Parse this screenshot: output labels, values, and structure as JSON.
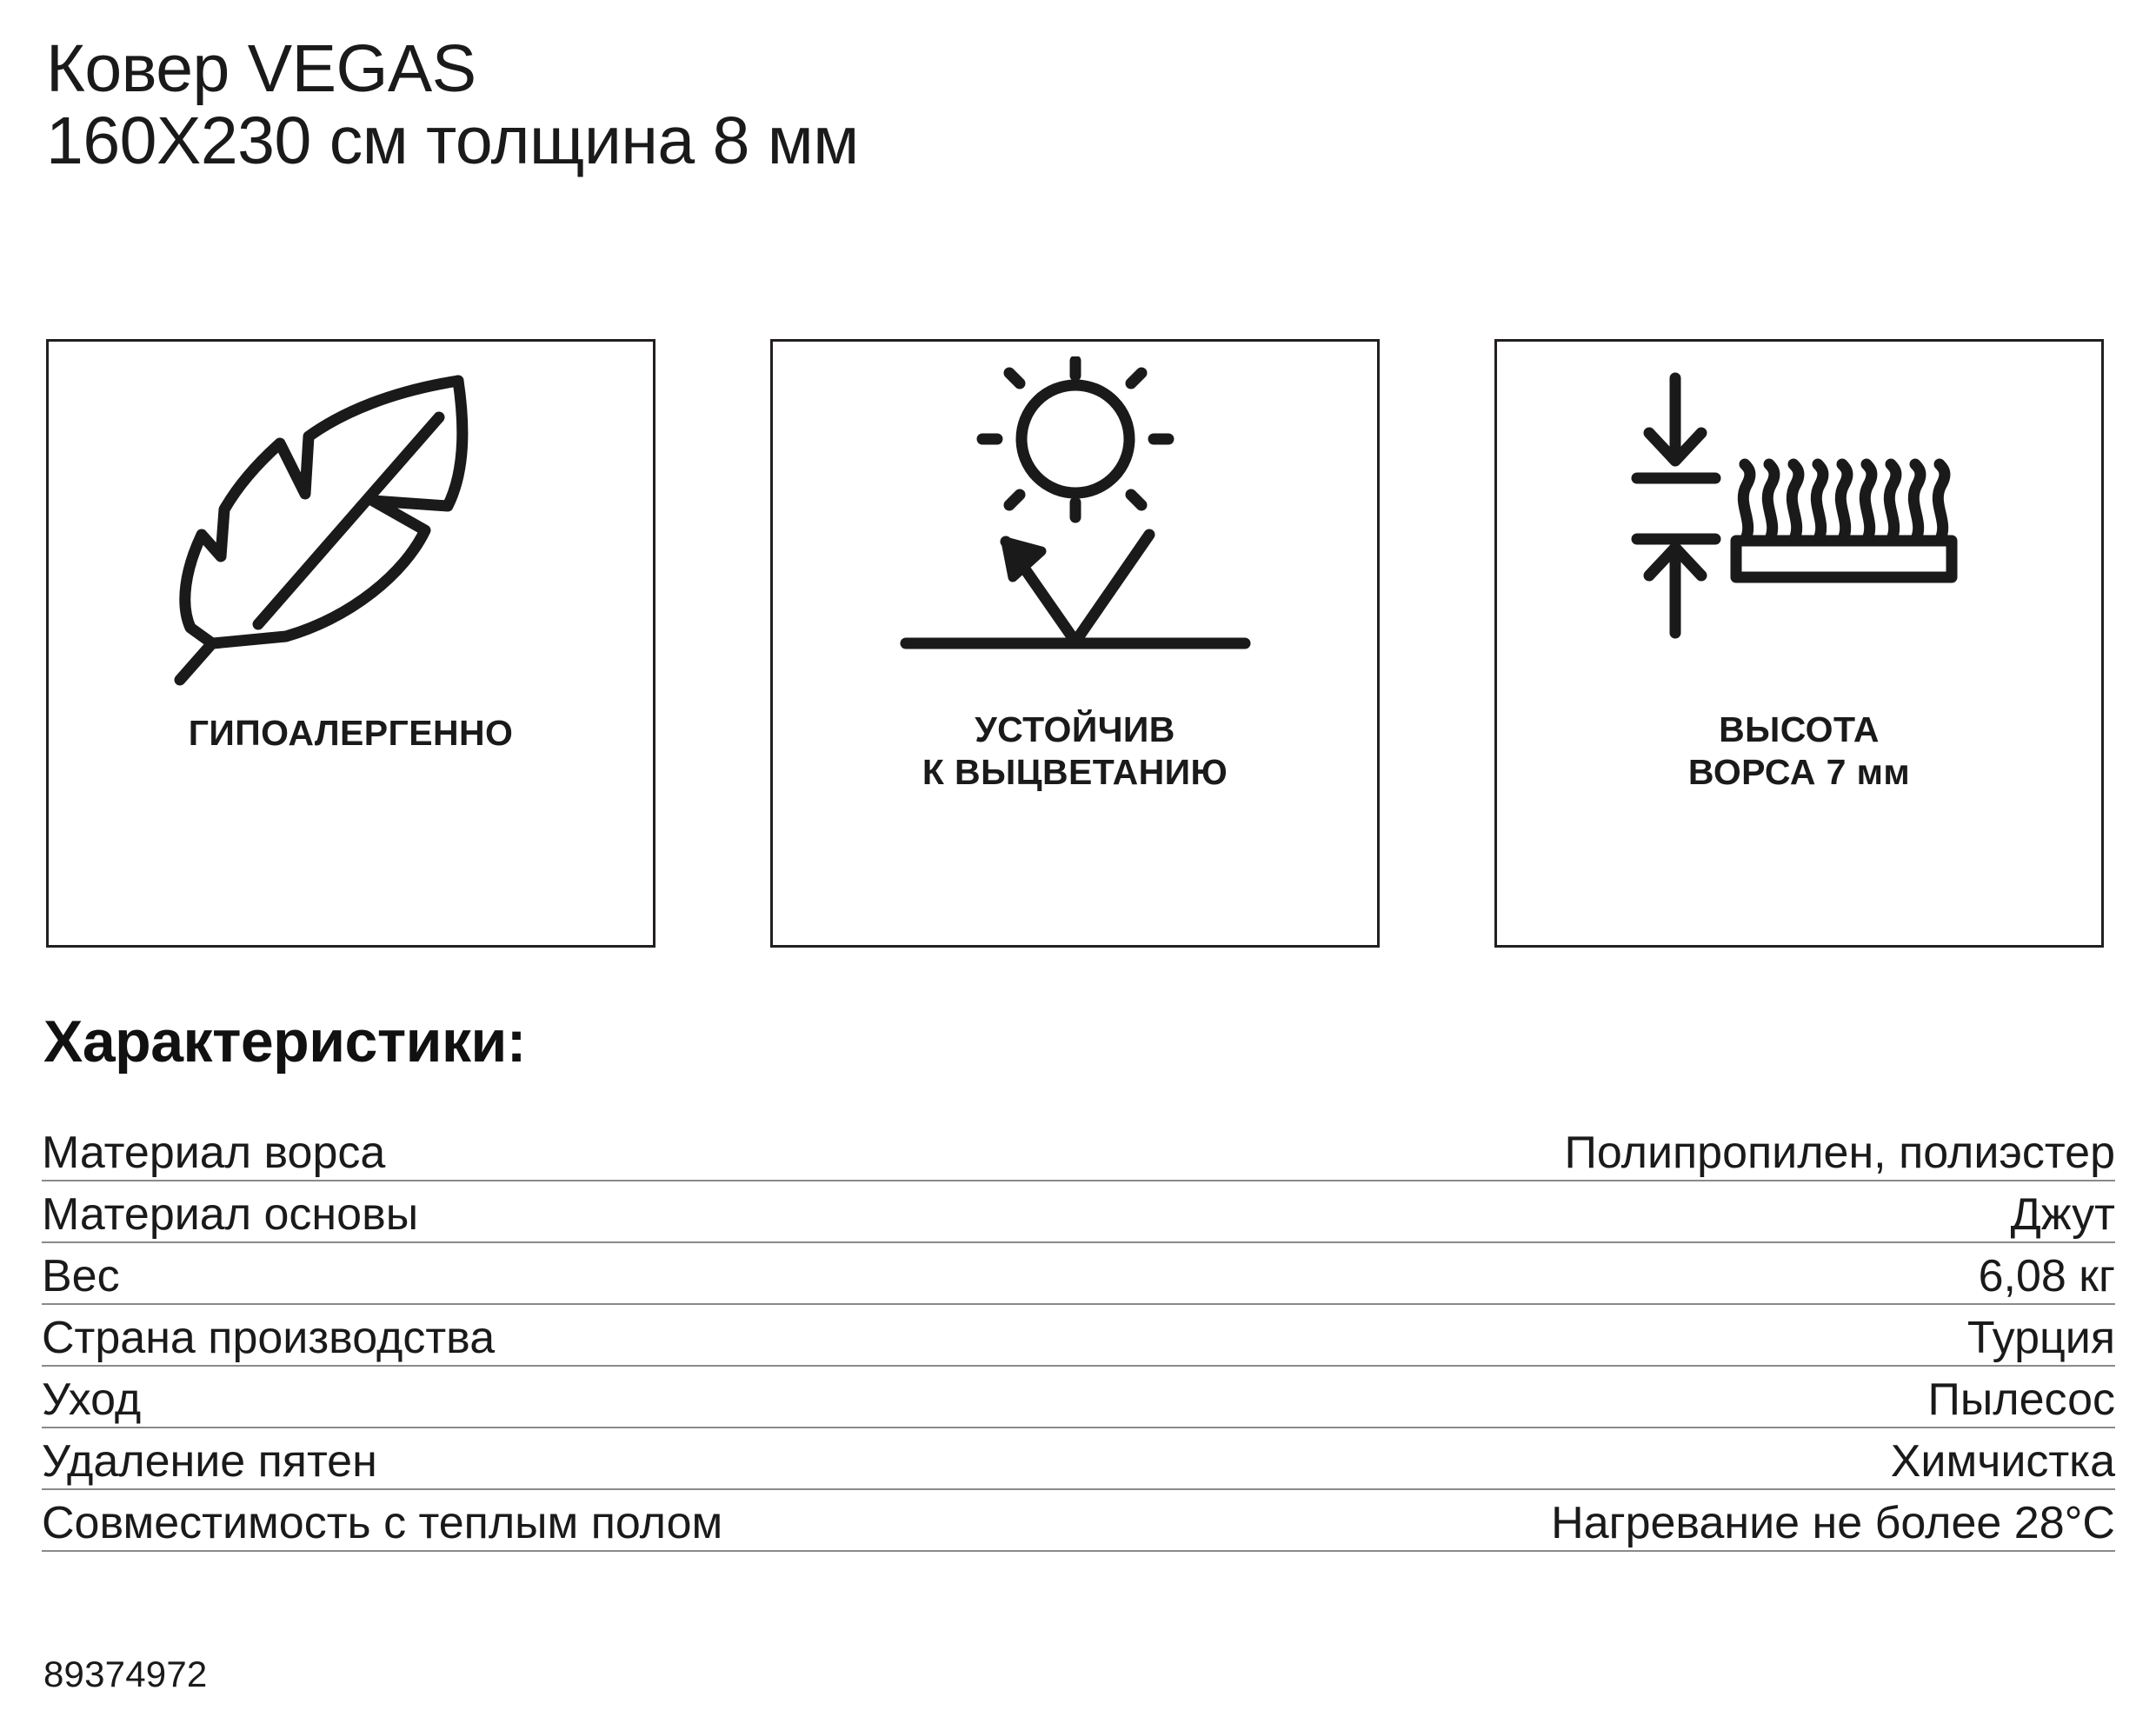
{
  "title": {
    "line1": "Ковер VEGAS",
    "line2": "160X230 см толщина 8 мм"
  },
  "badges": [
    {
      "icon": "feather-icon",
      "label": "ГИПОАЛЕРГЕННО"
    },
    {
      "icon": "sun-reflect-icon",
      "label": "УСТОЙЧИВ\nК ВЫЦВЕТАНИЮ"
    },
    {
      "icon": "pile-height-icon",
      "label": "ВЫСОТА\nВОРСА 7 мм"
    }
  ],
  "specs": {
    "heading": "Характеристики:",
    "rows": [
      {
        "label": "Материал ворса",
        "value": "Полипропилен, полиэстер"
      },
      {
        "label": "Материал основы",
        "value": "Джут"
      },
      {
        "label": "Вес",
        "value": "6,08 кг"
      },
      {
        "label": "Страна производства",
        "value": "Турция"
      },
      {
        "label": "Уход",
        "value": "Пылесос"
      },
      {
        "label": "Удаление пятен",
        "value": "Химчистка"
      },
      {
        "label": "Совместимость с теплым полом",
        "value": "Нагревание не более 28°C"
      }
    ]
  },
  "sku": "89374972",
  "colors": {
    "text": "#1a1a1a",
    "border": "#231f20",
    "rule": "#8a8a8a",
    "background": "#ffffff"
  }
}
